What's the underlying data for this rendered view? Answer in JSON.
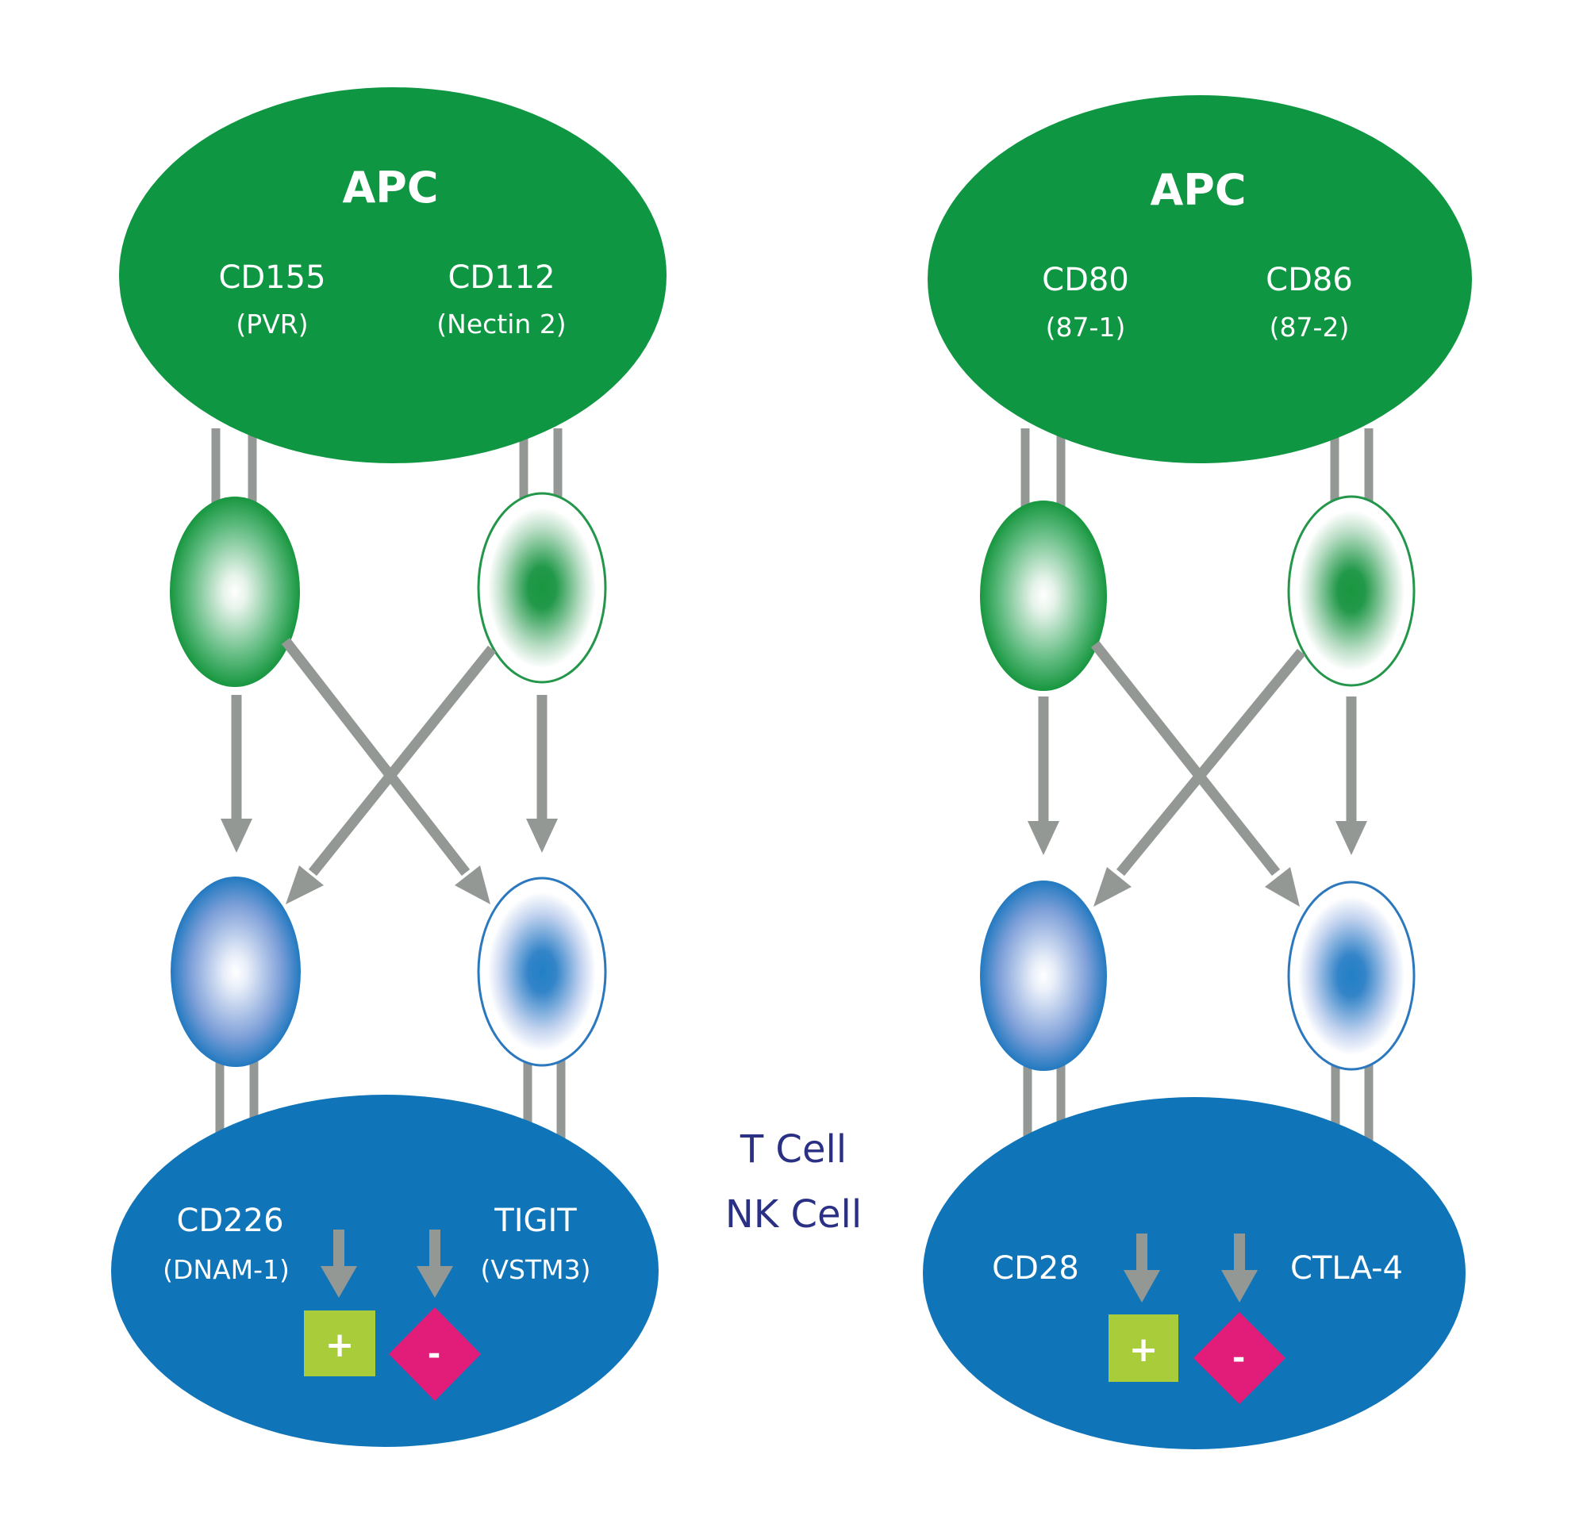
{
  "center_label": {
    "line1": "T Cell",
    "line2": "NK Cell"
  },
  "left_panel": {
    "apc": {
      "title": "APC",
      "ligand1": {
        "name": "CD155",
        "alias": "(PVR)"
      },
      "ligand2": {
        "name": "CD112",
        "alias": "(Nectin 2)"
      }
    },
    "effector": {
      "receptor1": {
        "name": "CD226",
        "alias": "(DNAM-1)"
      },
      "receptor2": {
        "name": "TIGIT",
        "alias": "(VSTM3)"
      },
      "plus_sign": "+",
      "minus_sign": "-"
    }
  },
  "right_panel": {
    "apc": {
      "title": "APC",
      "ligand1": {
        "name": "CD80",
        "alias": "(87-1)"
      },
      "ligand2": {
        "name": "CD86",
        "alias": "(87-2)"
      }
    },
    "effector": {
      "receptor1": {
        "name": "CD28",
        "alias": ""
      },
      "receptor2": {
        "name": "CTLA-4",
        "alias": ""
      },
      "plus_sign": "+",
      "minus_sign": "-"
    }
  },
  "colors": {
    "apc_green": "#0f9642",
    "effector_blue": "#1074b9",
    "connector_gray": "#939895",
    "activating_green": "#a9cd3a",
    "inhibitory_magenta": "#e21c79",
    "cell_label_navy": "#2a3083"
  }
}
